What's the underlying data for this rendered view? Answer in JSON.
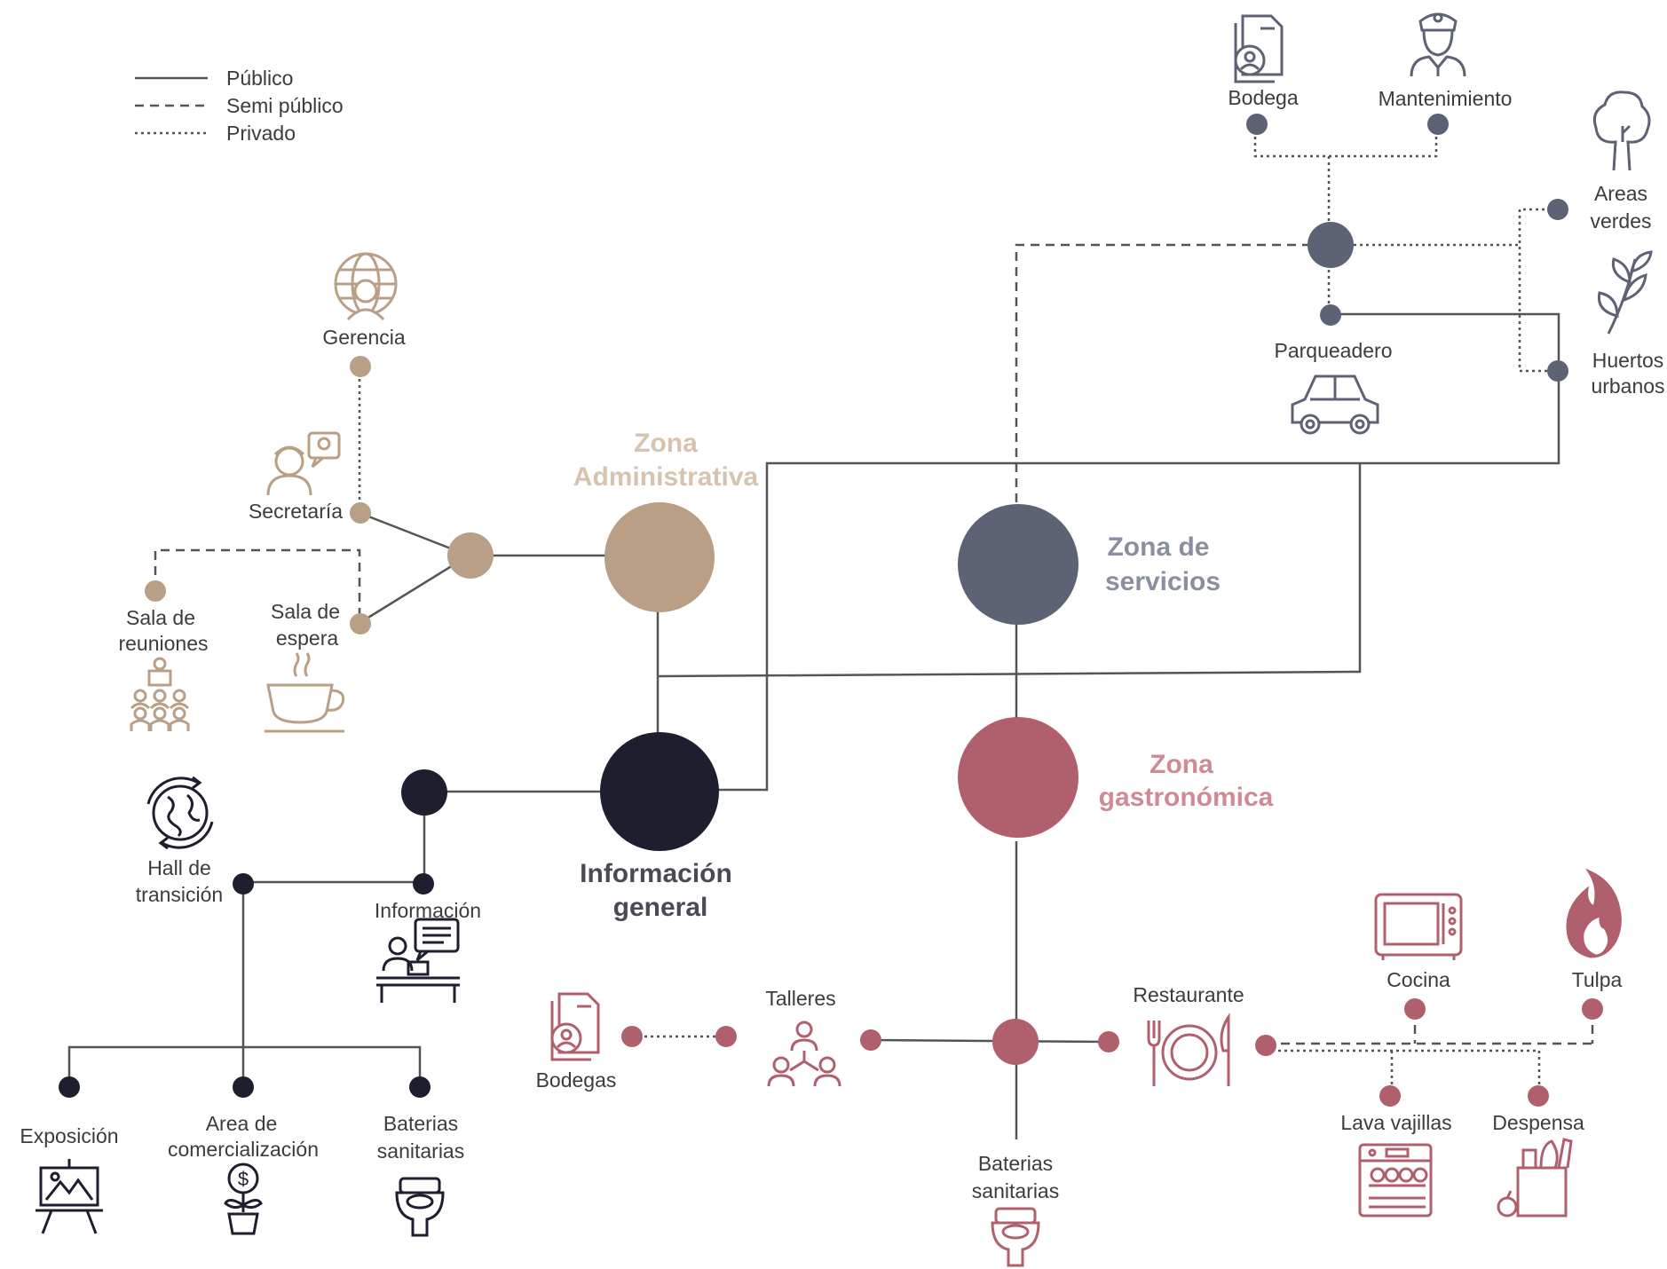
{
  "legend": {
    "publico": "Público",
    "semi_publico": "Semi público",
    "privado": "Privado"
  },
  "colors": {
    "administrativa": "#b89f86",
    "informacion": "#1d1e2e",
    "servicios": "#5d6375",
    "gastronomica": "#b0606c",
    "line": "#555555"
  },
  "zones": {
    "administrativa": [
      "Zona",
      "Administrativa"
    ],
    "servicios": [
      "Zona de",
      "servicios"
    ],
    "gastronomica": [
      "Zona",
      "gastronómica"
    ],
    "informacion": [
      "Información",
      "general"
    ]
  },
  "labels": {
    "gerencia": "Gerencia",
    "secretaria": "Secretaría",
    "sala_reuniones": [
      "Sala de",
      "reuniones"
    ],
    "sala_espera": [
      "Sala de",
      "espera"
    ],
    "hall": [
      "Hall de",
      "transición"
    ],
    "informacion": "Información",
    "exposicion": "Exposición",
    "area_comercializacion": [
      "Area de",
      "comercialización"
    ],
    "baterias_info": [
      "Baterias",
      "sanitarias"
    ],
    "bodega": "Bodega",
    "mantenimiento": "Mantenimiento",
    "areas_verdes": [
      "Areas",
      "verdes"
    ],
    "huertos": [
      "Huertos",
      "urbanos"
    ],
    "parqueadero": "Parqueadero",
    "bodegas": "Bodegas",
    "talleres": "Talleres",
    "restaurante": "Restaurante",
    "baterias_gastro": [
      "Baterias",
      "sanitarias"
    ],
    "cocina": "Cocina",
    "tulpa": "Tulpa",
    "lava_vajillas": "Lava vajillas",
    "despensa": "Despensa"
  },
  "icons": [
    "globe-person-icon",
    "secretary-icon",
    "meeting-icon",
    "coffee-icon",
    "globe-icon",
    "reception-desk-icon",
    "easel-icon",
    "money-plant-icon",
    "toilet-icon",
    "files-icon",
    "worker-icon",
    "tree-icon",
    "plant-icon",
    "car-icon",
    "team-icon",
    "dinner-plate-icon",
    "microwave-icon",
    "flame-icon",
    "dishwasher-icon",
    "grocery-bag-icon"
  ]
}
